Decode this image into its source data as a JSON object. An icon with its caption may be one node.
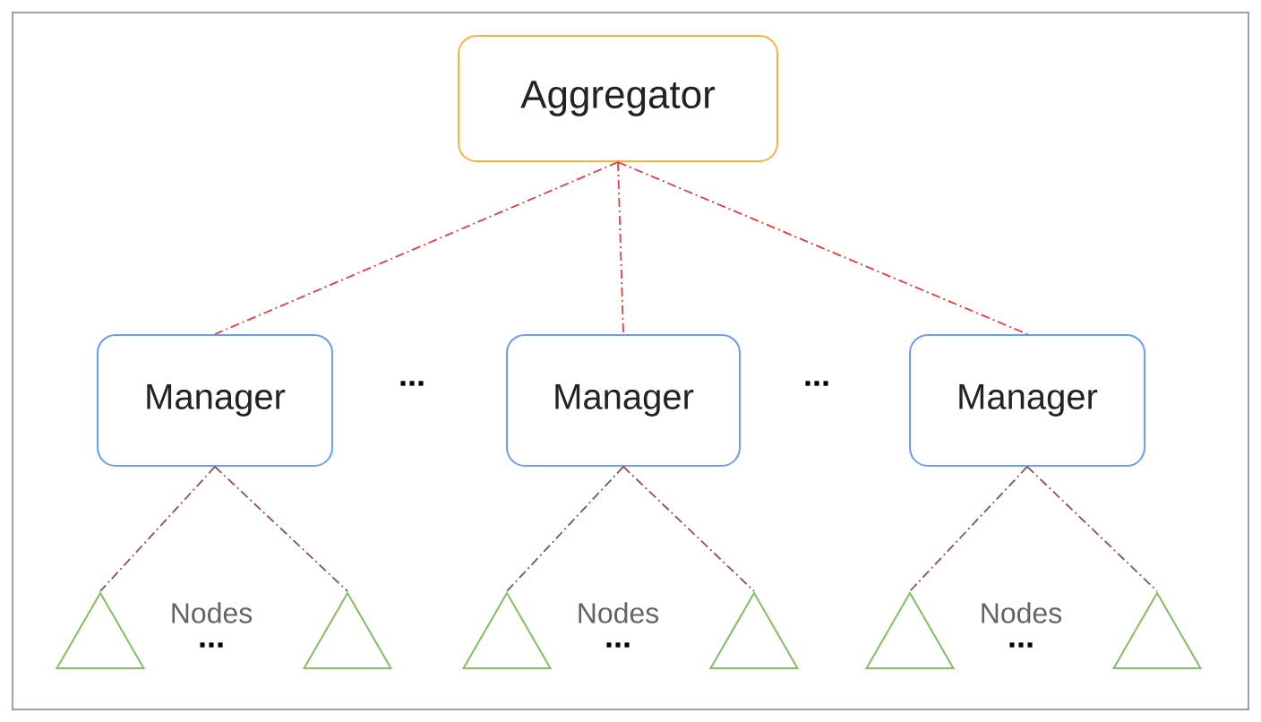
{
  "diagram": {
    "nodes": [
      {
        "text": [
          "Aggregator"
        ]
      },
      {
        "text": [
          "Manager"
        ]
      },
      {
        "text": [
          "Manager"
        ]
      },
      {
        "text": [
          "Manager"
        ]
      },
      {
        "text": [],
        "shape": "triangle"
      },
      {
        "text": [],
        "shape": "triangle"
      },
      {
        "text": [],
        "shape": "triangle"
      },
      {
        "text": [],
        "shape": "triangle"
      },
      {
        "text": [],
        "shape": "triangle"
      },
      {
        "text": [],
        "shape": "triangle"
      }
    ],
    "edges": [
      {
        "from": 0,
        "to": 1,
        "arrow": "none",
        "style": "dashed",
        "color": "#e0403a"
      },
      {
        "from": 0,
        "to": 2,
        "arrow": "none",
        "style": "dashed",
        "color": "#e0403a"
      },
      {
        "from": 0,
        "to": 3,
        "arrow": "none",
        "style": "dashed",
        "color": "#e0403a"
      },
      {
        "from": 1,
        "to": 4,
        "arrow": "none",
        "style": "dashed"
      },
      {
        "from": 1,
        "to": 5,
        "arrow": "none",
        "style": "dashed"
      },
      {
        "from": 2,
        "to": 6,
        "arrow": "none",
        "style": "dashed"
      },
      {
        "from": 2,
        "to": 7,
        "arrow": "none",
        "style": "dashed"
      },
      {
        "from": 3,
        "to": 8,
        "arrow": "none",
        "style": "dashed"
      },
      {
        "from": 3,
        "to": 9,
        "arrow": "none",
        "style": "dashed"
      }
    ],
    "labels": [
      "...",
      "...",
      "Nodes",
      "...",
      "Nodes",
      "...",
      "Nodes",
      "..."
    ]
  }
}
